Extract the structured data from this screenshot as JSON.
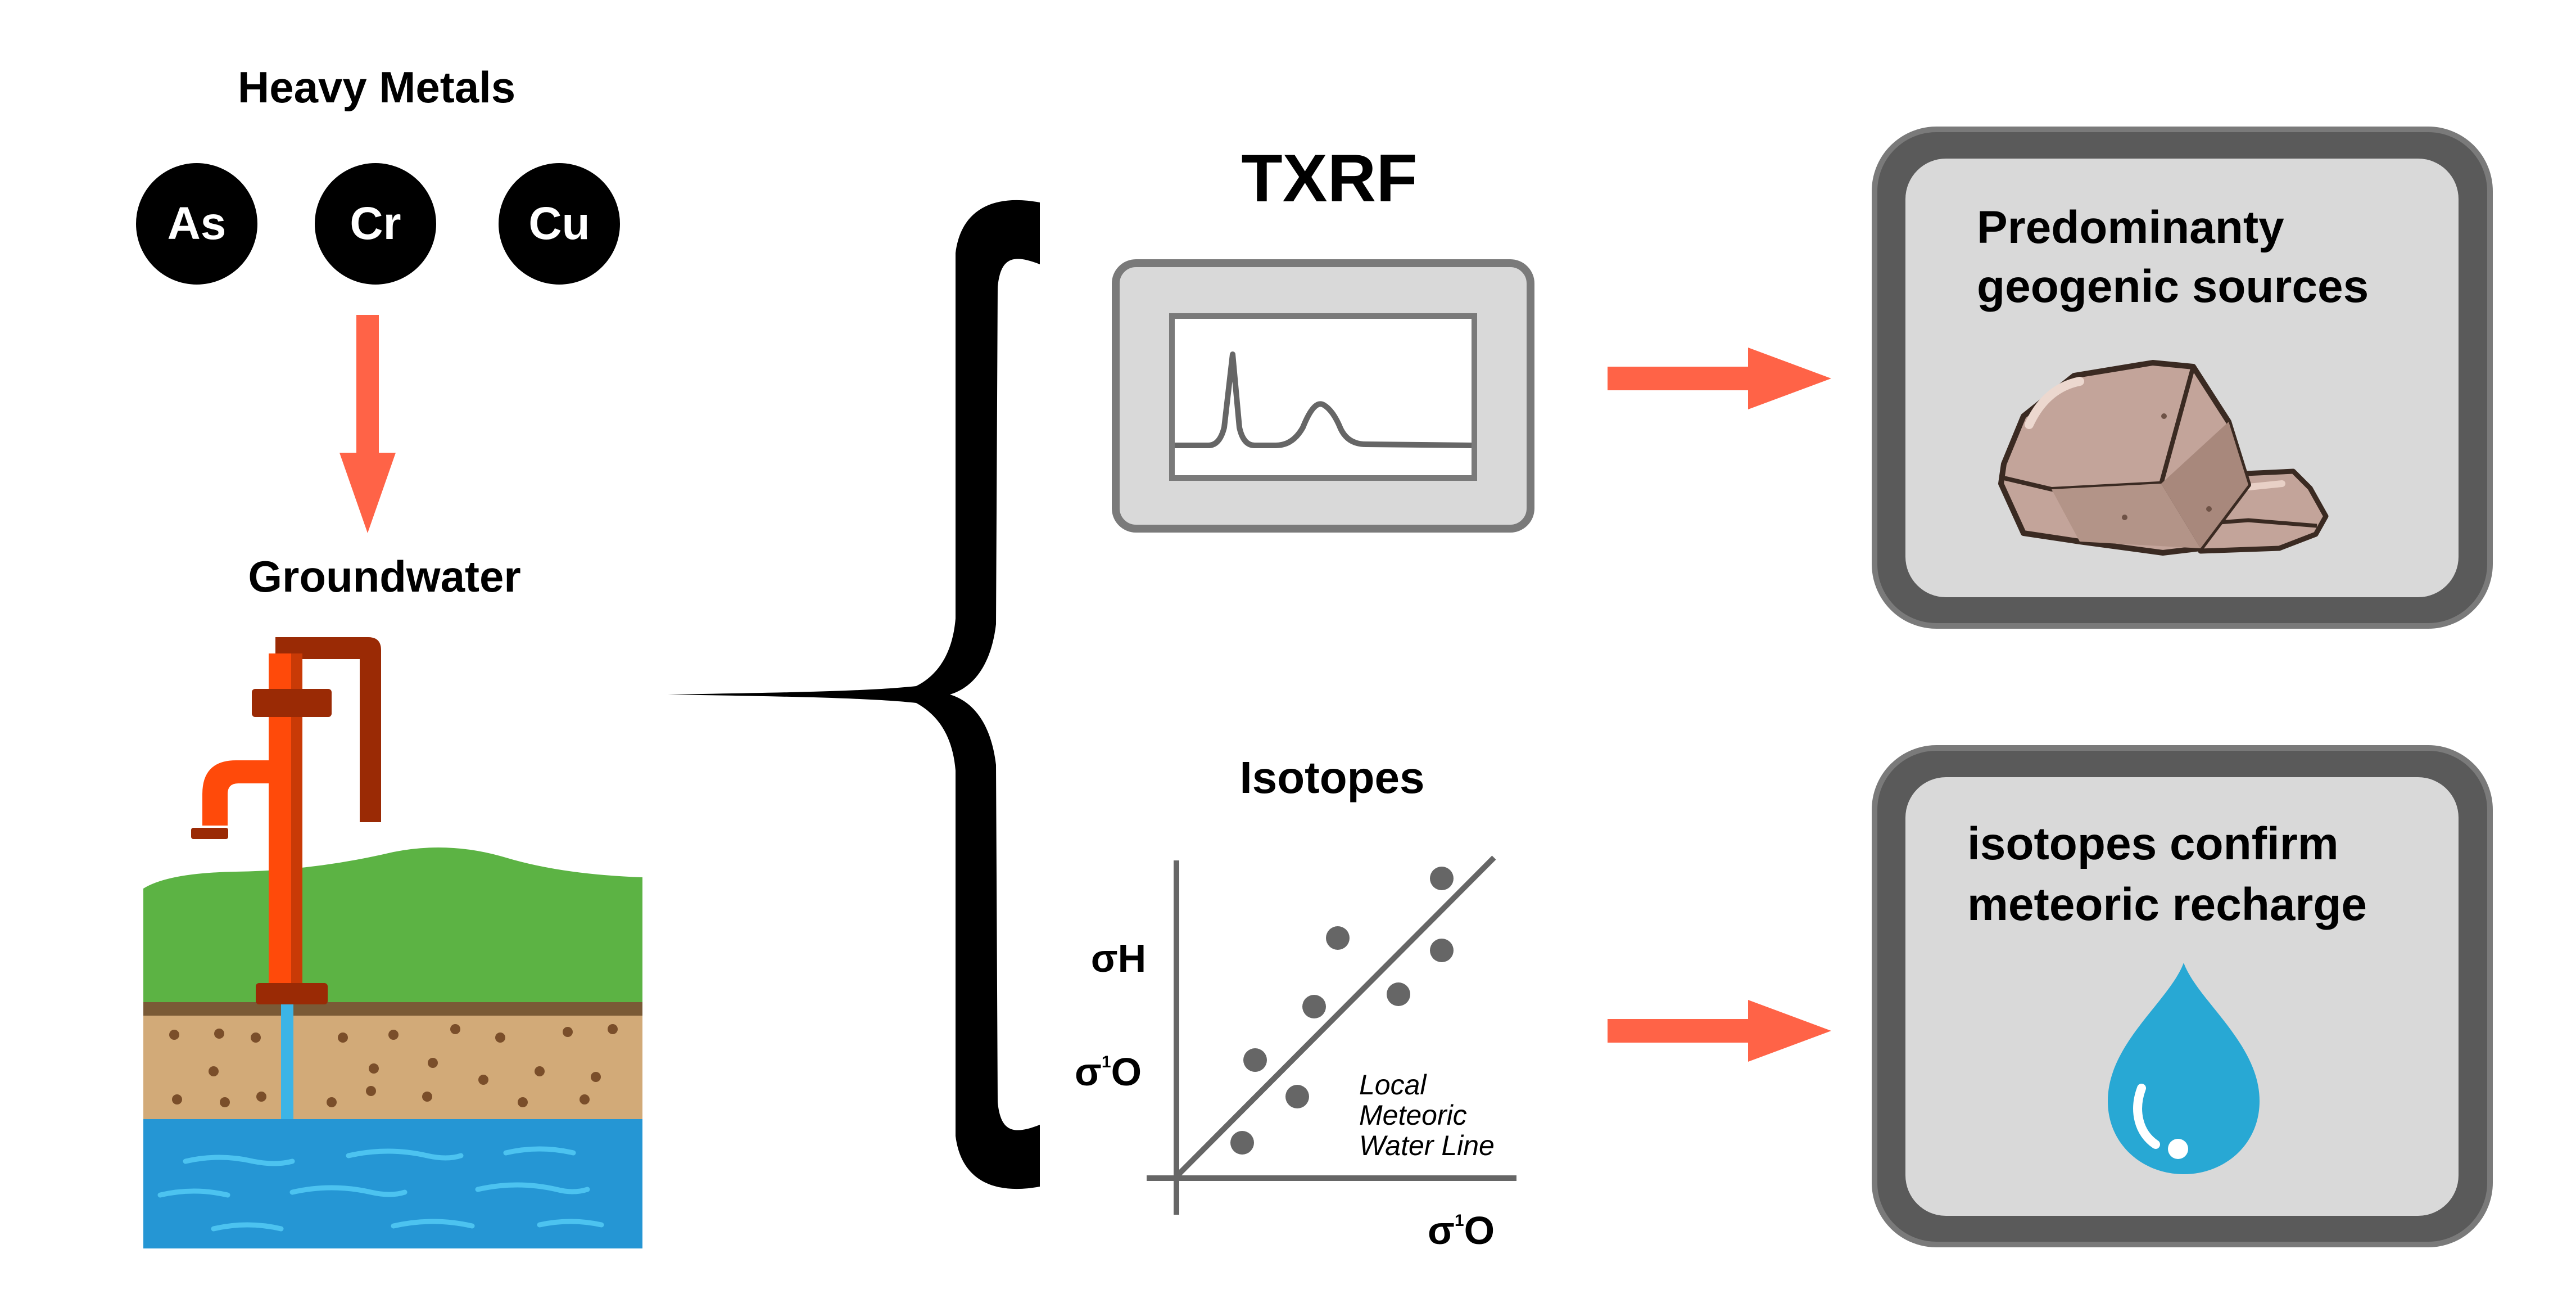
{
  "heavy_metals": {
    "title": "Heavy Metals",
    "elements": [
      "As",
      "Cr",
      "Cu"
    ]
  },
  "groundwater": {
    "title": "Groundwater"
  },
  "txrf": {
    "title": "TXRF"
  },
  "isotopes": {
    "title": "Isotopes",
    "y_label_top": "σH",
    "y_label_bottom_main": "σ",
    "y_label_bottom_sup": "1",
    "y_label_bottom_end": "O",
    "x_label_main": "σ",
    "x_label_sup": "1",
    "x_label_end": "O",
    "line_label": [
      "Local",
      "Meteoric",
      "Water Line"
    ]
  },
  "results": {
    "top": {
      "lines": [
        "Predominanty",
        "geogenic sources"
      ]
    },
    "bottom": {
      "lines": [
        "isotopes confirm",
        "meteoric recharge"
      ]
    }
  },
  "colors": {
    "arrow": "#ff6347",
    "metal_circle": "#000000",
    "pump": "#ff4a0a",
    "pump_dark": "#9a2a05",
    "grass": "#5cb344",
    "soil": "#d2aa78",
    "water": "#2596d4",
    "rock": "#c3a49a",
    "drop": "#28a8d4",
    "frame_outer": "#5a5a5a",
    "frame_inner": "#d9d9d9"
  },
  "icons": {
    "brace": "curly-brace-icon",
    "pump": "water-pump-icon",
    "rock": "rock-icon",
    "drop": "water-drop-icon",
    "screen": "spectrum-screen-icon"
  }
}
